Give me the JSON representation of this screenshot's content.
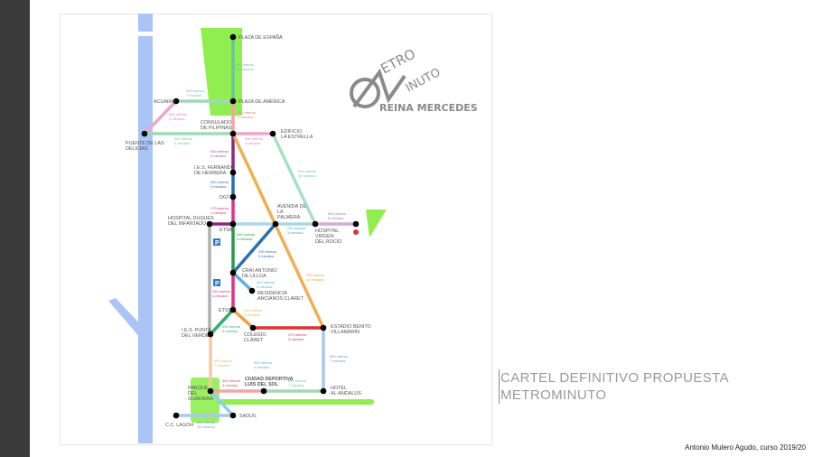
{
  "slide": {
    "title_line1": "CARTEL DEFINITIVO PROPUESTA",
    "title_line2": "METROMINUTO",
    "credit": "Antonio Mulero Agudo, curso 2019/20"
  },
  "logo": {
    "word1": "ETRO",
    "word2": "INUTO",
    "word3": "REINA MERCEDES"
  },
  "stations": {
    "plaza_espana": "PLAZA DE ESPAÑA",
    "plaza_america": "PLAZA DE AMÉRICA",
    "acuario": "ACUARIO",
    "puente_1": "PUENTE DE LAS",
    "puente_2": "DELICIAS",
    "consulado_1": "CONSULADO",
    "consulado_2": "DE FILIPINAS",
    "estrella_1": "EDIFICIO",
    "estrella_2": "LA ESTRELLA",
    "ies_fh_1": "I.E.S. FERNANDO",
    "ies_fh_2": "DE HERRERA",
    "dgt": "DGT",
    "duques_1": "HOSPITAL DUQUES",
    "duques_2": "DEL INFANTADO",
    "etsa": "ETSA",
    "palmera_1": "AVENIDA DE",
    "palmera_2": "LA",
    "palmera_3": "PALMERA",
    "rocio_1": "HOSPITAL",
    "rocio_2": "VIRGEN",
    "rocio_3": "DEL ROCÍO",
    "crai_1": "CRAI ANTONIO",
    "crai_2": "DE ULLOA",
    "claret_res_1": "RESIDENCIA",
    "claret_res_2": "ANCIANOS CLARET",
    "etsii": "ETSII",
    "punta_1": "I.E.S. PUNTA",
    "punta_2": "DEL VERDE",
    "colegio_1": "COLEGIO",
    "colegio_2": "CLARET",
    "estadio_1": "ESTADIO BENITO",
    "estadio_2": "VILLAMARÍN",
    "guadaira_1": "PARQUE",
    "guadaira_2": "DEL",
    "guadaira_3": "GUADAIRA",
    "ciudad_1": "CIUDAD DEPORTIVA",
    "ciudad_2": "LUIS DEL SOL",
    "hotel_1": "HOTEL",
    "hotel_2": "AL-ANDALUS",
    "sadus": "SADUS",
    "lagoh": "C.C. LAGOH",
    "parking": "P"
  },
  "distances": {
    "espana_america": [
      "850 metros",
      "10 minutos"
    ],
    "acuario_america": [
      "550 metros",
      "7 minutos"
    ],
    "acuario_puente": [
      "500 metros",
      "6 minutos"
    ],
    "america_consulado": [
      "250 metros",
      "3 minutos"
    ],
    "puente_consulado": [
      "350 metros",
      "5 minutos"
    ],
    "consulado_estrella": [
      "350 metros",
      "4 minutos"
    ],
    "consulado_ies": [
      "300 metros",
      "4 minutos"
    ],
    "estrella_rocio": [
      "830 metros",
      "10 minutos"
    ],
    "ies_dgt": [
      "350 metros",
      "3 minutos"
    ],
    "dgt_etsa": [
      "170 metros",
      "2 minutos"
    ],
    "rocio_end": [
      "500 metros",
      "6 minutos"
    ],
    "palmera_rocio": [
      "240 metros",
      "3 minutos"
    ],
    "etsa_crai": [
      "400 metros",
      "5 minutos"
    ],
    "palmera_crai": [
      "230 metros",
      "3 minutos"
    ],
    "palmera_estadio": [
      "955 metros",
      "10 minutos"
    ],
    "crai_residencia": [
      "320 metros",
      "3 minutos"
    ],
    "crai_etsii": [
      "260 metros",
      "3 minutos"
    ],
    "etsii_colegio": [
      "200 metros",
      "2 minutos"
    ],
    "etsii_punta": [
      "500 metros",
      "6 minutos"
    ],
    "colegio_estadio": [
      "270 metros",
      "3 minutos"
    ],
    "estadio_hotel": [
      "550 metros",
      "7 minutos"
    ],
    "punta_guadaira": [
      "550 metros",
      "7 minutos"
    ],
    "guadaira_ciudad": [
      "350 metros",
      "4 minutos"
    ],
    "ciudad_center": [
      "300 metros",
      "4 minutos"
    ],
    "ciudad_hotel": [
      "550 metros",
      "7 minutos"
    ],
    "lagoh_sadus": [
      "800 metros",
      "10 minutos"
    ]
  },
  "colors": {
    "river": "#aac4f5",
    "green_area": "#90ee50",
    "accent_red": "#e03030"
  }
}
